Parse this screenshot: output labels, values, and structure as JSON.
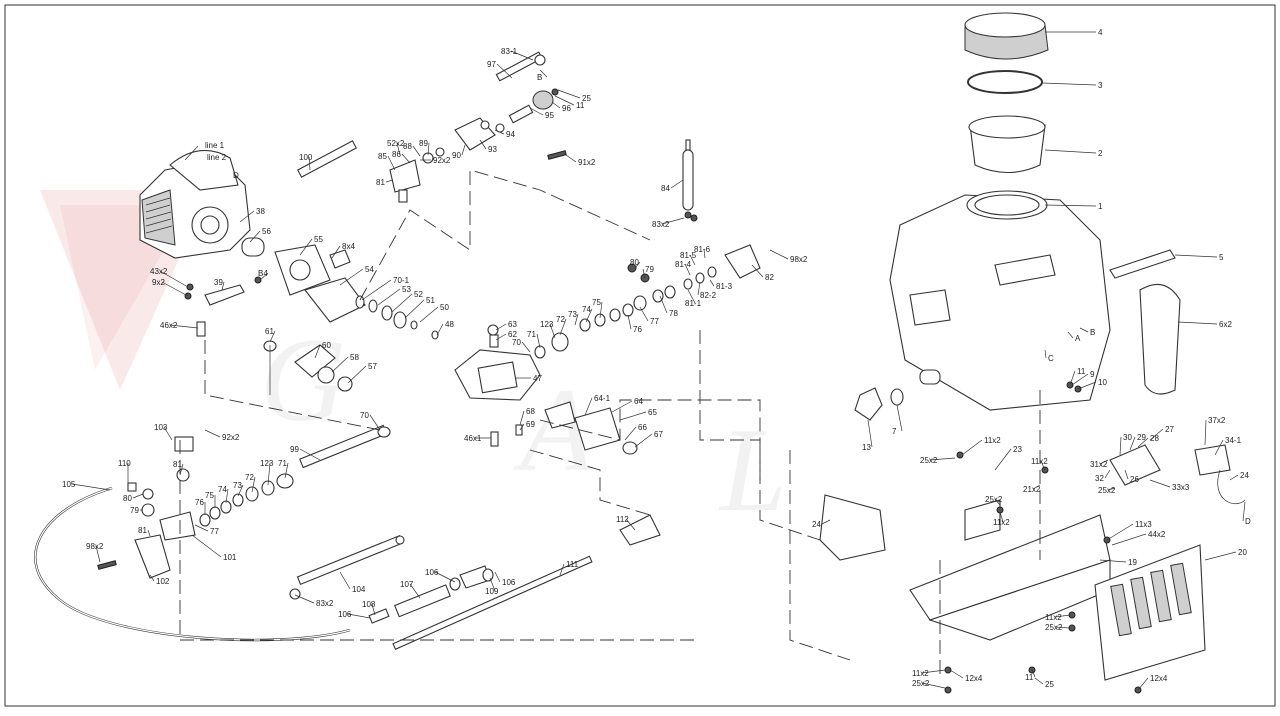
{
  "engine_labels": [
    "line 1",
    "line 2",
    "D"
  ],
  "callouts": {
    "p1": "1",
    "p2": "2",
    "p3": "3",
    "p4": "4",
    "p5": "5",
    "p6": "6x2",
    "p7": "7",
    "p9": "9",
    "p10": "10",
    "p11a": "11",
    "p11b": "11",
    "p12": "12x4",
    "p12b": "12x4",
    "p13": "13",
    "p19": "19",
    "p20": "20",
    "p21": "21x2",
    "p23": "23",
    "p24a": "24",
    "p24b": "24",
    "p25a": "25",
    "p25b": "25x2",
    "p25c": "25x2",
    "p25d": "25x2",
    "p25e": "25x2",
    "p25f": "25x2",
    "p25g": "25",
    "p26": "26",
    "p27": "27",
    "p28": "28",
    "p29": "29",
    "p30": "30",
    "p31": "31x2",
    "p32": "32",
    "p33": "33x3",
    "p341": "34-1",
    "p37": "37x2",
    "p38": "38",
    "p39": "39",
    "p11c": "11x2",
    "p11d": "11x2",
    "p11e": "11x2",
    "p11f": "11x3",
    "p11g": "11x2",
    "p11h": "11x2",
    "p44": "44x2",
    "p43": "43x2",
    "p9x2": "9x2",
    "p46a": "46x2",
    "p46b": "46x1",
    "p47": "47",
    "p48": "48",
    "p50": "50",
    "p51": "51",
    "p52": "52",
    "p53": "53",
    "p54": "54",
    "p55": "55",
    "p56": "56",
    "p57": "57",
    "p58": "58",
    "p60": "60",
    "p61": "61",
    "p62": "62",
    "p63": "63",
    "p64": "64",
    "p641": "64-1",
    "p65": "65",
    "p66": "66",
    "p67": "67",
    "p68": "68",
    "p69": "69",
    "p70a": "70",
    "p70b": "70",
    "p701": "70-1",
    "p71a": "71",
    "p71b": "71",
    "p72a": "72",
    "p72b": "72",
    "p73a": "73",
    "p73b": "73",
    "p74a": "74",
    "p74b": "74",
    "p75a": "75",
    "p75b": "75",
    "p76a": "76",
    "p76b": "76",
    "p77a": "77",
    "p77b": "77",
    "p78": "78",
    "p79a": "79",
    "p79b": "79",
    "p80a": "80",
    "p80b": "80",
    "p81a": "81",
    "p81b": "81",
    "p81c": "81",
    "p811": "81-1",
    "p813": "81-3",
    "p814": "81-4",
    "p815": "81-5",
    "p816": "81-6",
    "p82": "82",
    "p822": "82-2",
    "p83a": "83x2",
    "p83b": "83x2",
    "p831": "83-1",
    "p84": "84",
    "p85": "85",
    "p86": "86",
    "p88": "88",
    "p89": "89",
    "p90": "90",
    "p91": "91x2",
    "p92a": "92x2",
    "p92b": "92x2",
    "p93": "93",
    "p94": "94",
    "p95": "95",
    "p96": "96",
    "p97": "97",
    "p98a": "98x2",
    "p98b": "98x2",
    "p99": "99",
    "p100": "100",
    "p101": "101",
    "p102": "102",
    "p103": "103",
    "p104": "104",
    "p105": "105",
    "p106a": "106",
    "p106b": "106",
    "p106c": "106",
    "p107": "107",
    "p108": "108",
    "p109": "109",
    "p110": "110",
    "p111": "111",
    "p112": "112",
    "p123a": "123",
    "p123b": "123",
    "p8": "8x4",
    "p52x2": "52x2",
    "p11i": "11",
    "p25h": "25",
    "pB1": "B",
    "pB2": "B4",
    "pA": "A",
    "pB3": "B",
    "pC": "C",
    "pD": "D"
  }
}
